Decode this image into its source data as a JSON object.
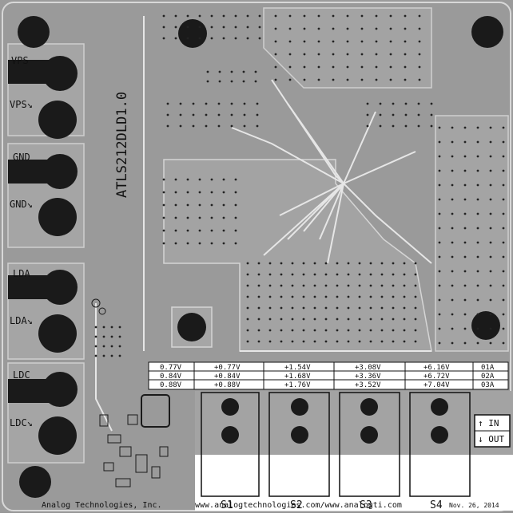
{
  "board": {
    "part_number": "ATLS212DLD1.0",
    "footer": {
      "company": "Analog Technologies, Inc.",
      "urls": "www.analogtechnologies.com/www.analogti.com",
      "date": "Nov. 26, 2014"
    },
    "connectors": [
      {
        "label": "VPS"
      },
      {
        "label": "VPS↘"
      },
      {
        "label": "GND"
      },
      {
        "label": "GND↘"
      },
      {
        "label": "LDA"
      },
      {
        "label": "LDA↘"
      },
      {
        "label": "LDC"
      },
      {
        "label": "LDC↘"
      }
    ],
    "table": {
      "rows": [
        [
          "0.77V",
          "+0.77V",
          "+1.54V",
          "+3.08V",
          "+6.16V",
          "01A"
        ],
        [
          "0.84V",
          "+0.84V",
          "+1.68V",
          "+3.36V",
          "+6.72V",
          "02A"
        ],
        [
          "0.88V",
          "+0.88V",
          "+1.76V",
          "+3.52V",
          "+7.04V",
          "03A"
        ]
      ]
    },
    "switches": [
      {
        "label": "S1"
      },
      {
        "label": "S2"
      },
      {
        "label": "S3"
      },
      {
        "label": "S4"
      }
    ],
    "legend": {
      "in": "↑ IN",
      "out": "↓ OUT"
    }
  }
}
